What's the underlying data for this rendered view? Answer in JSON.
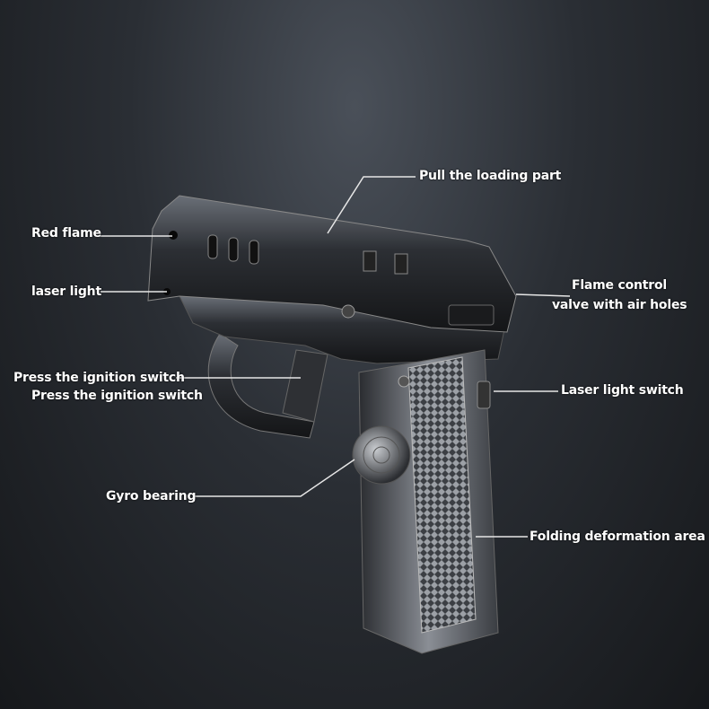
{
  "labels": {
    "pull_loading": "Pull the loading part",
    "red_flame": "Red flame",
    "laser_light": "laser light",
    "flame_control_1": "Flame control",
    "flame_control_2": "valve with air holes",
    "ignition_1": "Press the ignition switch",
    "ignition_2": "Press the ignition switch",
    "laser_switch": "Laser light switch",
    "gyro": "Gyro bearing",
    "folding": "Folding deformation area"
  },
  "colors": {
    "line": "#e6e6e6",
    "text": "#ffffff"
  }
}
